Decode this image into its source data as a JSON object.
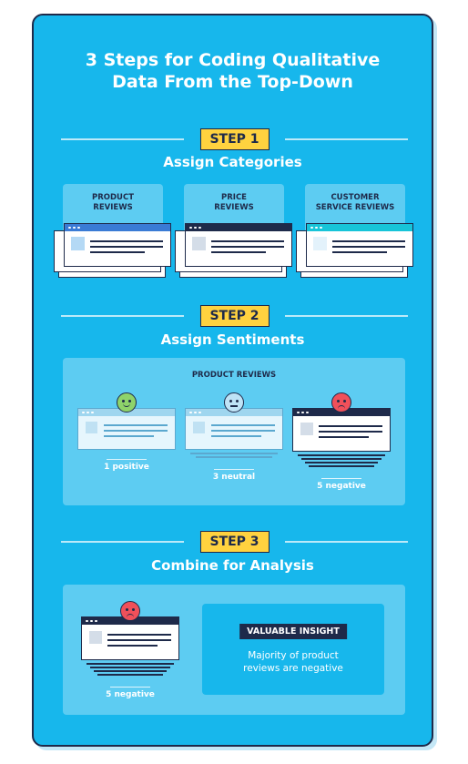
{
  "title": {
    "line1": "3 Steps for Coding Qualitative",
    "line2": "Data From the Top-Down"
  },
  "steps": [
    {
      "badge": "STEP 1",
      "title": "Assign Categories"
    },
    {
      "badge": "STEP 2",
      "title": "Assign Sentiments"
    },
    {
      "badge": "STEP 3",
      "title": "Combine for Analysis"
    }
  ],
  "categories": [
    {
      "line1": "PRODUCT",
      "line2": "REVIEWS"
    },
    {
      "line1": "PRICE",
      "line2": "REVIEWS"
    },
    {
      "line1": "CUSTOMER",
      "line2": "SERVICE REVIEWS"
    }
  ],
  "sentiments": {
    "panel_label": "PRODUCT REVIEWS",
    "items": [
      {
        "count_label": "1 positive",
        "count": 1,
        "face": "smiling-face-icon",
        "color": "#8ed36a"
      },
      {
        "count_label": "3 neutral",
        "count": 3,
        "face": "neutral-face-icon",
        "color": "#bfe3f6"
      },
      {
        "count_label": "5 negative",
        "count": 5,
        "face": "frowning-face-icon",
        "color": "#f0505a"
      }
    ]
  },
  "combine": {
    "count_label": "5 negative",
    "tag": "VALUABLE INSIGHT",
    "insight_line1": "Majority of product",
    "insight_line2": "reviews are negative"
  },
  "colors": {
    "card": "#17b7ec",
    "navy": "#1e2a4a",
    "badge": "#ffd23f"
  }
}
